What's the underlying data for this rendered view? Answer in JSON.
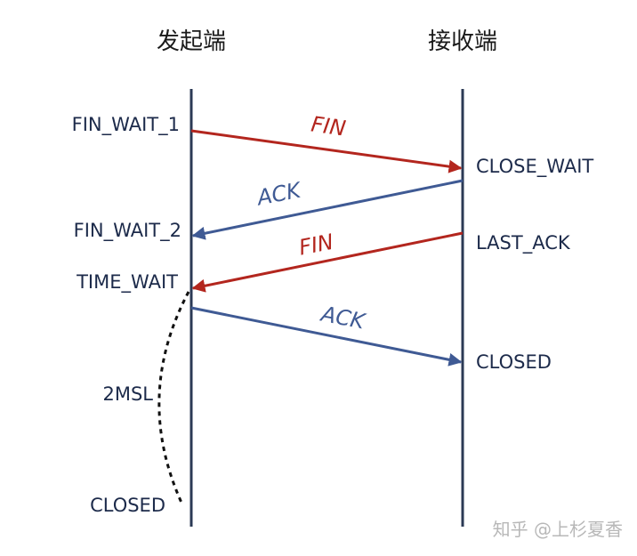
{
  "headers": {
    "sender": "发起端",
    "receiver": "接收端"
  },
  "sender_states": {
    "fin_wait_1": "FIN_WAIT_1",
    "fin_wait_2": "FIN_WAIT_2",
    "time_wait": "TIME_WAIT",
    "closed": "CLOSED"
  },
  "receiver_states": {
    "close_wait": "CLOSE_WAIT",
    "last_ack": "LAST_ACK",
    "closed": "CLOSED"
  },
  "messages": {
    "fin_1": "FIN",
    "ack_1": "ACK",
    "fin_2": "FIN",
    "ack_2": "ACK"
  },
  "timer_label": "2MSL",
  "watermark": "知乎 @上杉夏香",
  "colors": {
    "fin": "#b3261e",
    "ack": "#3f5a94",
    "lifeline": "#2b3a55",
    "timer": "#111111"
  }
}
